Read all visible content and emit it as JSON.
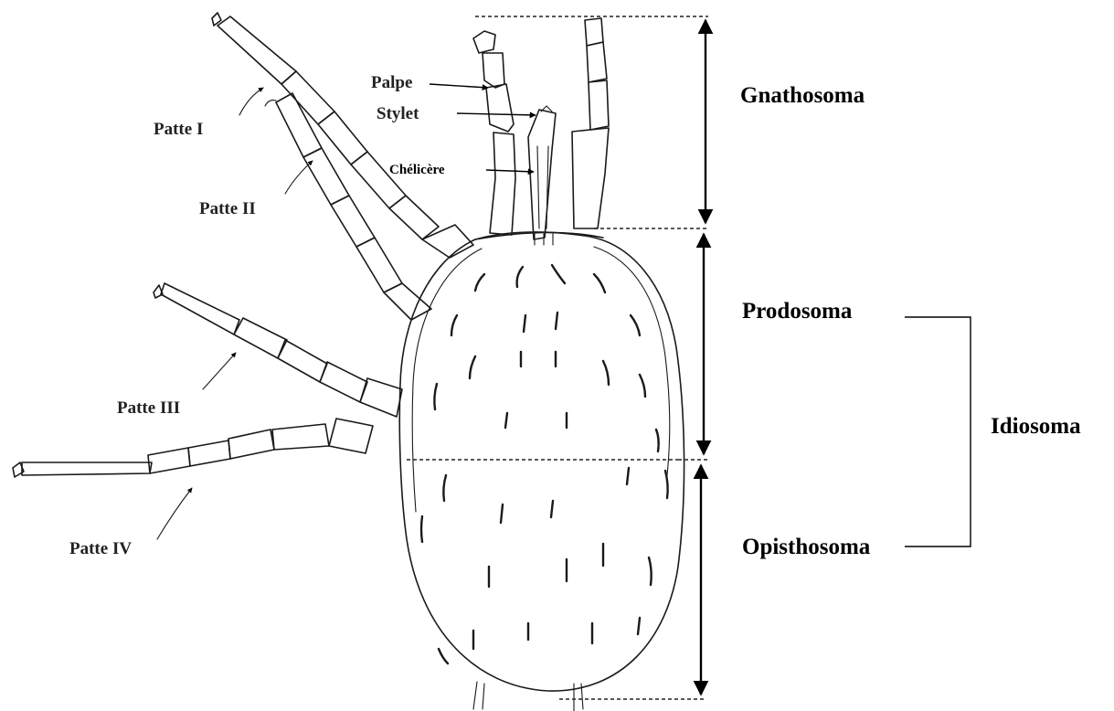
{
  "regions": {
    "gnathosoma": "Gnathosoma",
    "prodosoma": "Prodosoma",
    "idiosoma": "Idiosoma",
    "opisthosoma": "Opisthosoma"
  },
  "parts": {
    "palpe": "Palpe",
    "stylet": "Stylet",
    "chelicere": "Chélicère",
    "patte1": "Patte I",
    "patte2": "Patte II",
    "patte3": "Patte III",
    "patte4": "Patte IV"
  },
  "colors": {
    "ink": "#000000",
    "background": "#ffffff"
  }
}
